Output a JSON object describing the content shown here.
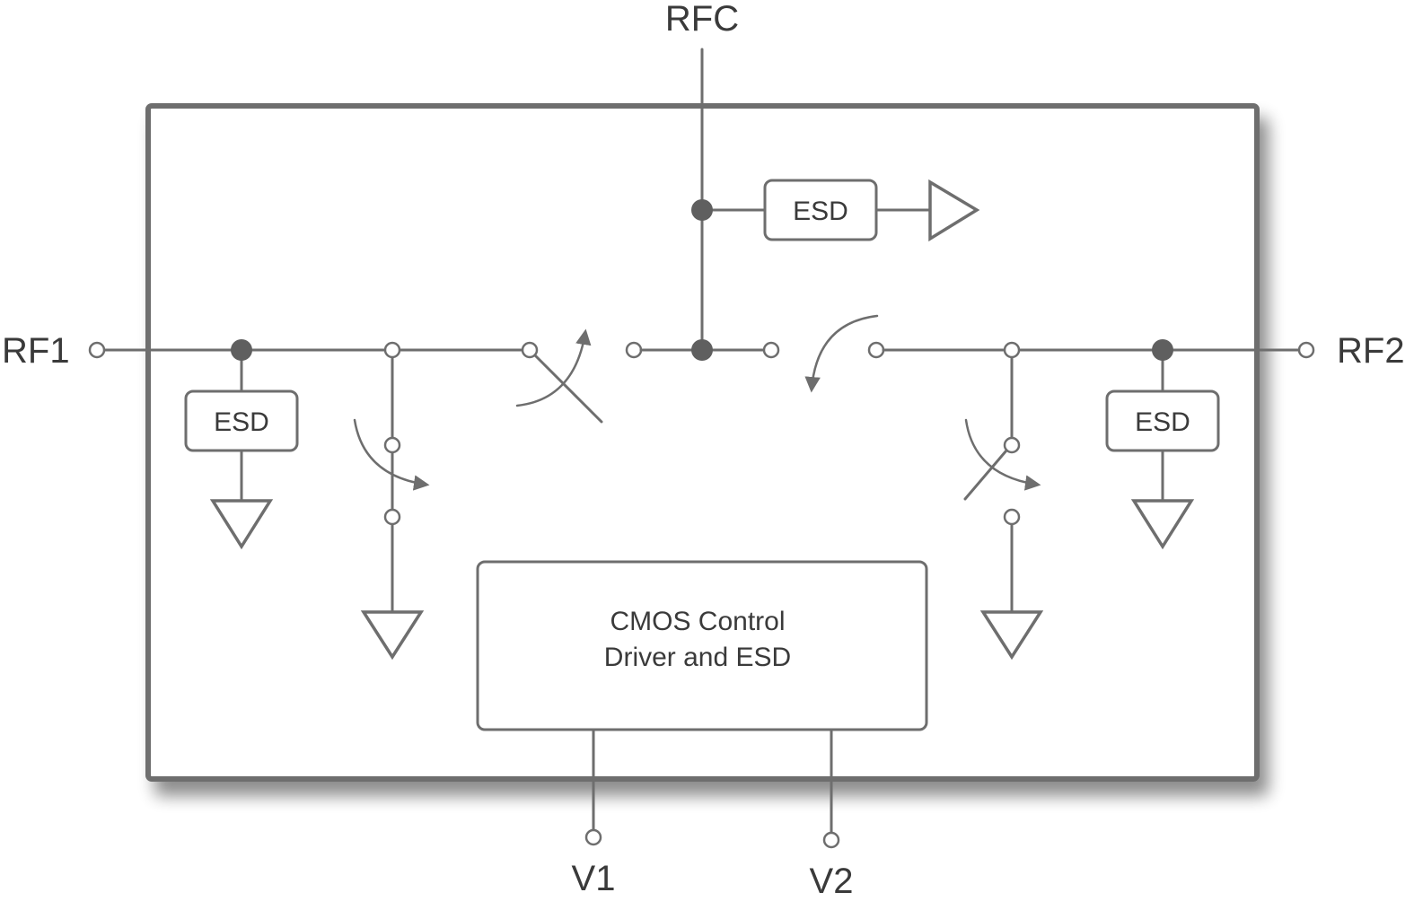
{
  "pins": {
    "rfc": "RFC",
    "rf1": "RF1",
    "rf2": "RF2",
    "v1": "V1",
    "v2": "V2"
  },
  "esd_label": "ESD",
  "control": {
    "line1": "CMOS Control",
    "line2": "Driver and ESD"
  },
  "colors": {
    "stroke": "#6e6e6e",
    "junction": "#5f5f5f",
    "text": "#3a3a3a",
    "shadow": "#bdbdbd"
  }
}
